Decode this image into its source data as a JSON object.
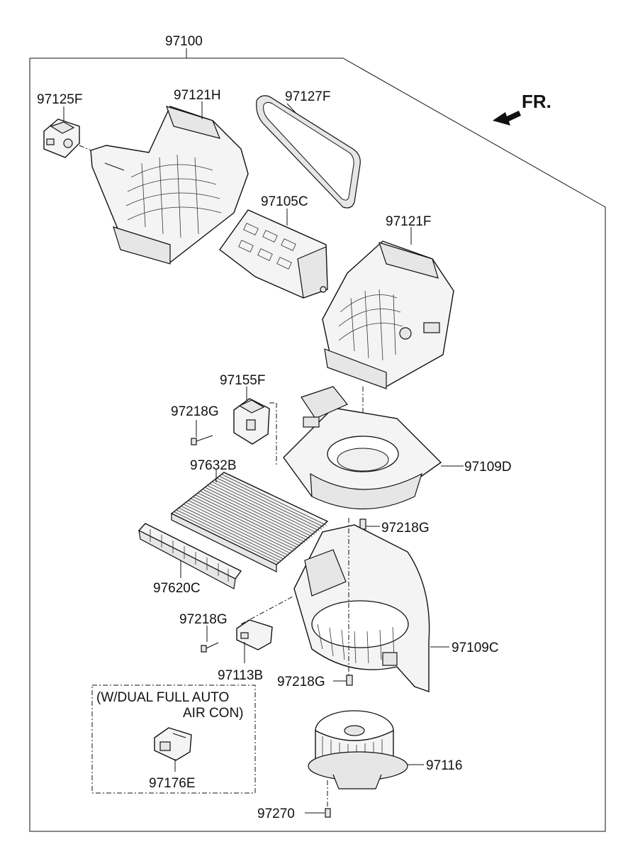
{
  "assembly": {
    "number": "97100"
  },
  "direction": {
    "label": "FR."
  },
  "parts": {
    "actuator": "97125F",
    "case_upper_left": "97121H",
    "seal_gasket": "97127F",
    "door_plate": "97105C",
    "case_upper_right": "97121F",
    "resistor_upper": "97155F",
    "screw_upper_left": "97218G",
    "intake_cover": "97109D",
    "air_filter": "97632B",
    "screw_center": "97218G",
    "filter_frame": "97620C",
    "screw_lower_left": "97218G",
    "scroll_case": "97109C",
    "resistor_lower": "97113B",
    "screw_lower_center": "97218G",
    "blower_motor": "97116",
    "optional_module": "97176E",
    "motor_screw": "97270"
  },
  "option_note": {
    "line1": "(W/DUAL FULL AUTO",
    "line2": "AIR CON)"
  }
}
